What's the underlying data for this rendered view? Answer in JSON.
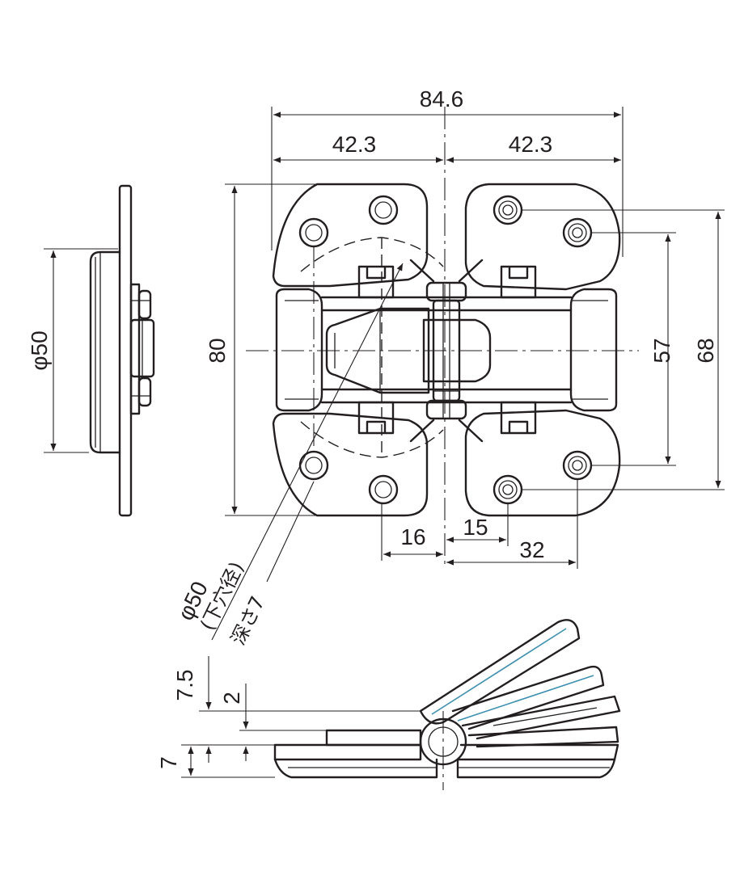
{
  "dimensions": {
    "overall_width": "84.6",
    "half_left": "42.3",
    "half_right": "42.3",
    "height": "80",
    "hole_pitch_inner": "57",
    "hole_pitch_outer": "68",
    "side_diameter": "φ50",
    "offset_16": "16",
    "offset_15": "15",
    "offset_32": "32",
    "lift_7_5": "7.5",
    "lift_2": "2",
    "thickness_7": "7"
  },
  "annotation": {
    "bore_diameter": "φ50",
    "bore_note": "(下穴径)",
    "depth_note": "深さ7"
  }
}
